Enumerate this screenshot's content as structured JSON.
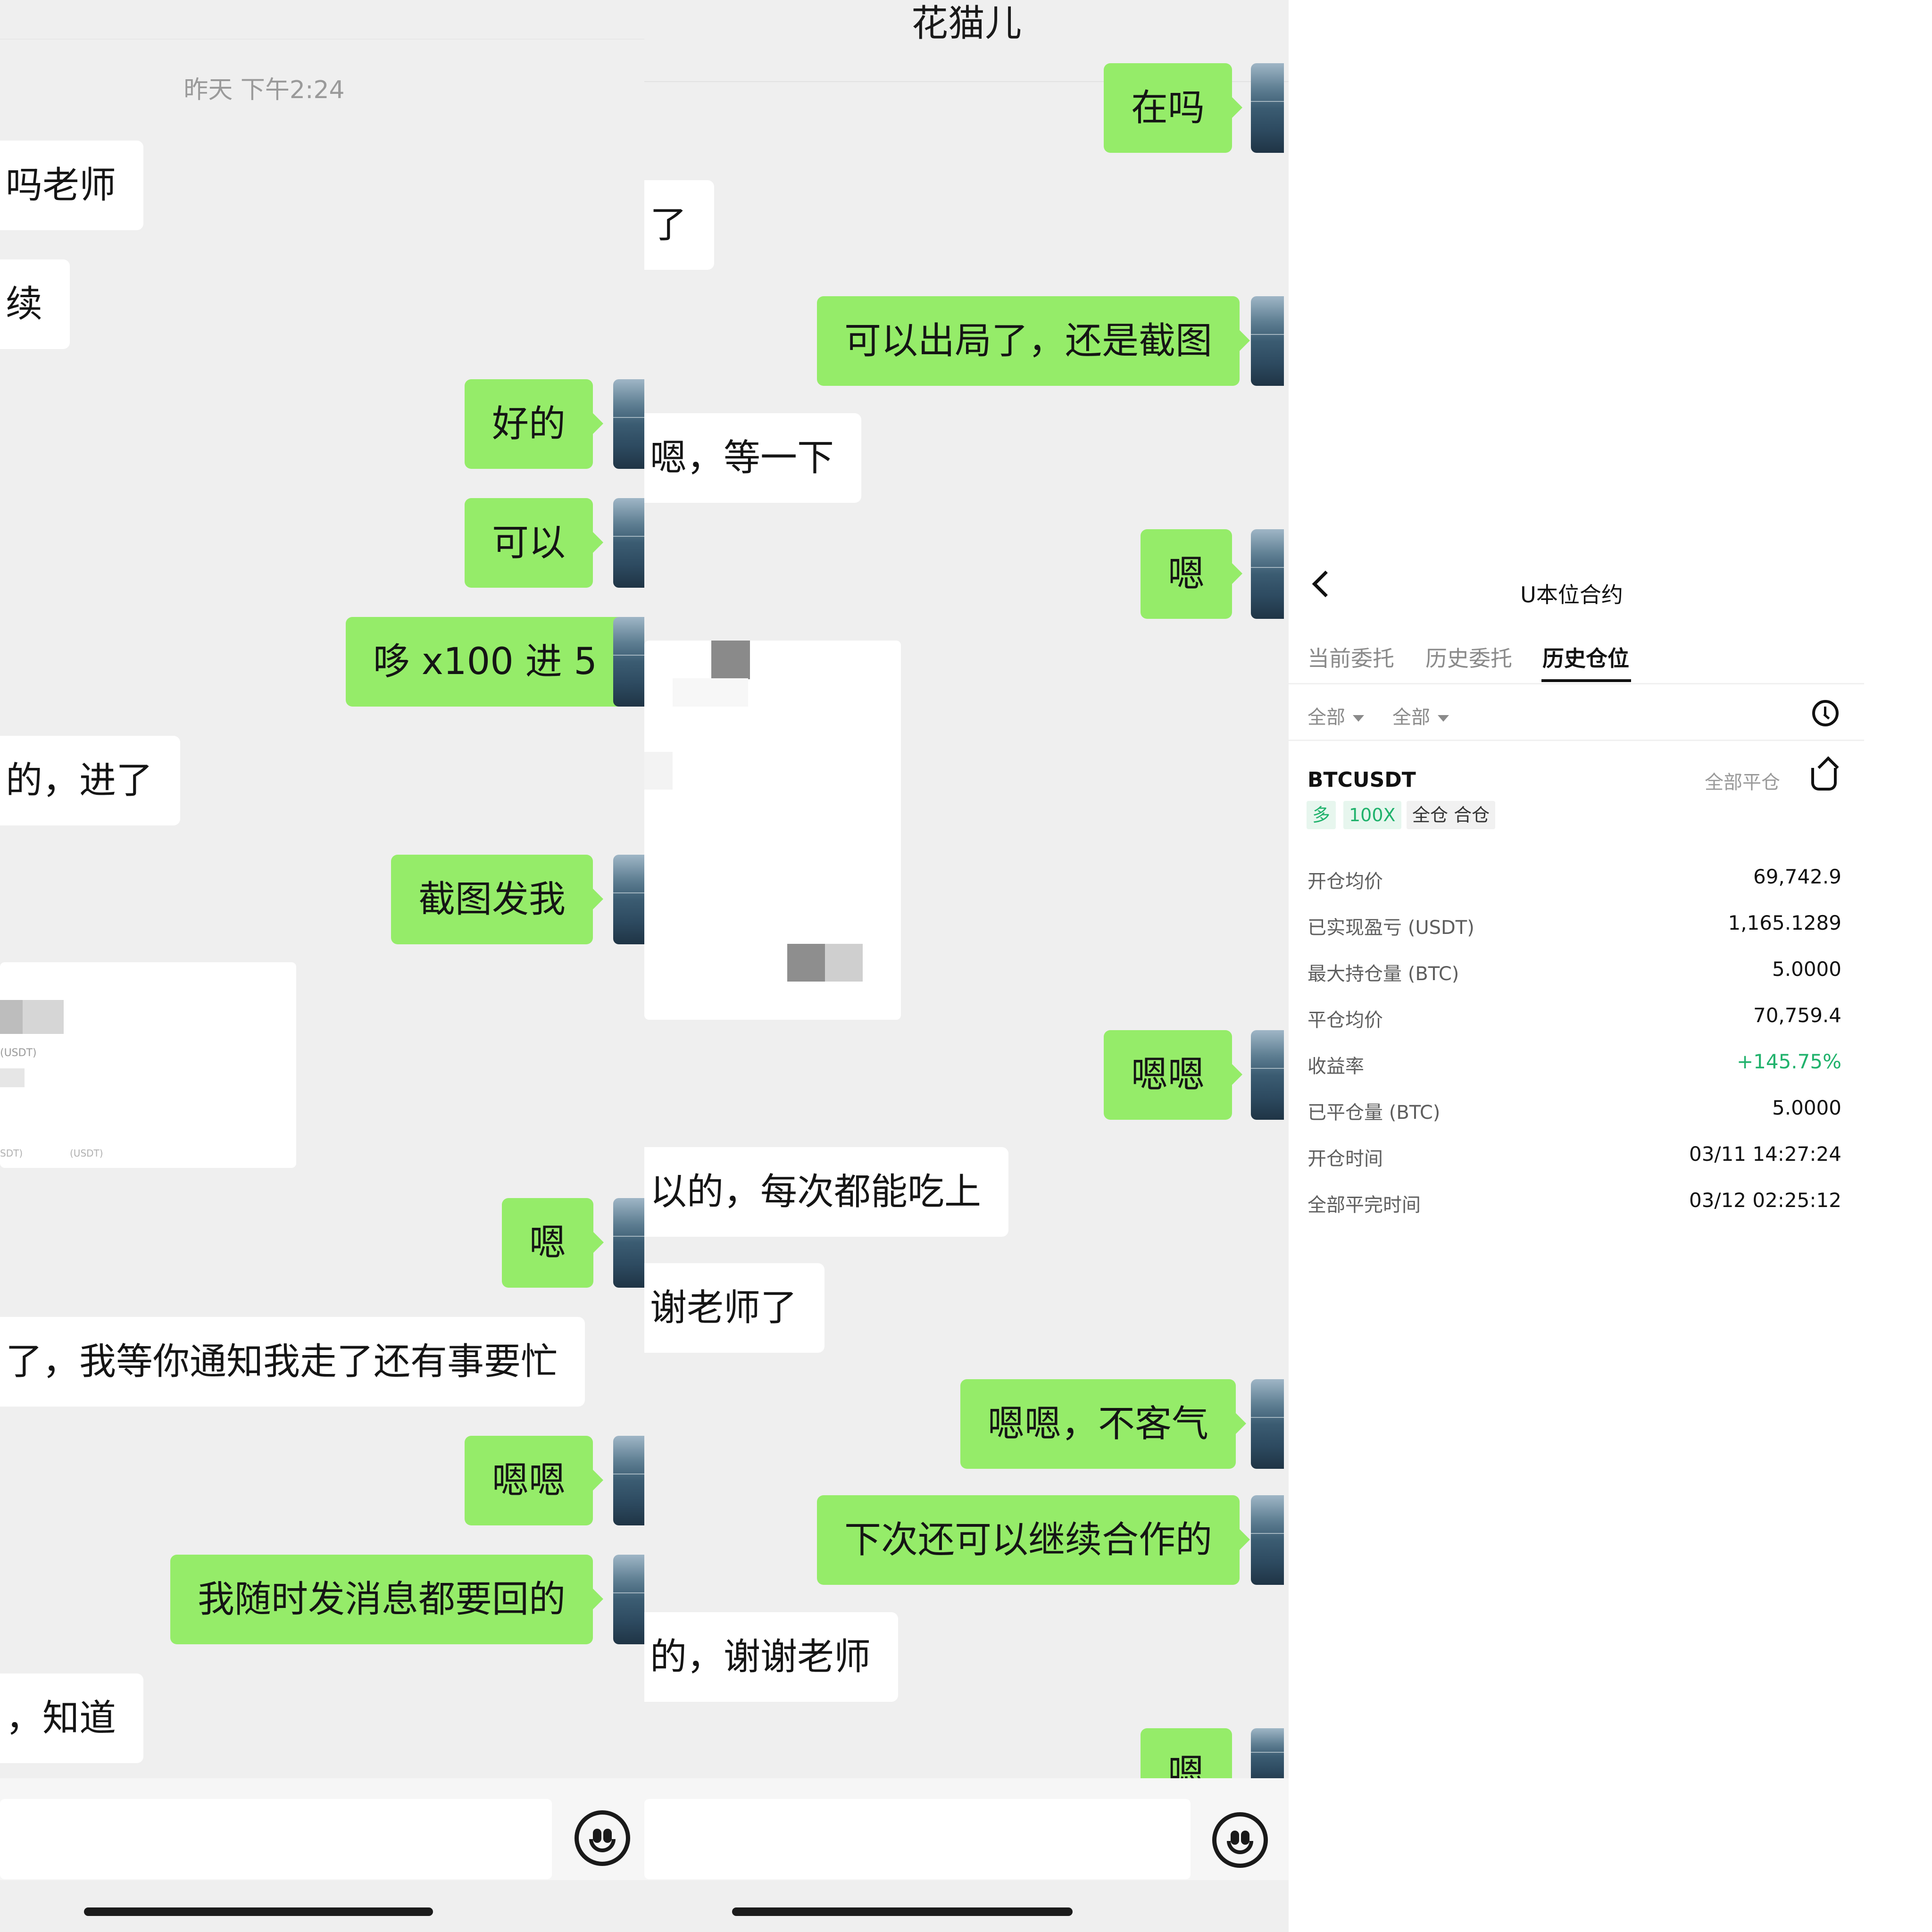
{
  "left_chat": {
    "timestamp": "昨天 下午2:24",
    "messages": [
      {
        "side": "them",
        "text": "吗老师"
      },
      {
        "side": "them",
        "text": "续"
      },
      {
        "side": "me",
        "text": "好的"
      },
      {
        "side": "me",
        "text": "可以"
      },
      {
        "side": "me",
        "text": "哆 x100 进 5"
      },
      {
        "side": "them",
        "text": "的，进了"
      },
      {
        "side": "me",
        "text": "截图发我"
      },
      {
        "side": "them",
        "type": "image",
        "snippets": [
          "(USDT)",
          "SDT)",
          "(USDT)"
        ]
      },
      {
        "side": "me",
        "text": "嗯"
      },
      {
        "side": "them",
        "text": "了，我等你通知我走了还有事要忙"
      },
      {
        "side": "me",
        "text": "嗯嗯"
      },
      {
        "side": "me",
        "text": "我随时发消息都要回的"
      },
      {
        "side": "them",
        "text": "，知道"
      }
    ]
  },
  "mid_chat": {
    "title": "花猫儿",
    "messages": [
      {
        "side": "me",
        "text": "在吗"
      },
      {
        "side": "them",
        "text": "了"
      },
      {
        "side": "me",
        "text": "可以出局了，还是截图"
      },
      {
        "side": "them",
        "text": "嗯，等一下"
      },
      {
        "side": "me",
        "text": "嗯"
      },
      {
        "side": "them",
        "type": "image"
      },
      {
        "side": "me",
        "text": "嗯嗯"
      },
      {
        "side": "them",
        "text": "以的，每次都能吃上"
      },
      {
        "side": "them",
        "text": "谢老师了"
      },
      {
        "side": "me",
        "text": "嗯嗯，不客气"
      },
      {
        "side": "me",
        "text": "下次还可以继续合作的"
      },
      {
        "side": "them",
        "text": "的，谢谢老师"
      },
      {
        "side": "me",
        "text": "嗯"
      }
    ]
  },
  "trade": {
    "nav_title": "U本位合约",
    "tabs": [
      "当前委托",
      "历史委托",
      "历史仓位"
    ],
    "active_tab": "历史仓位",
    "filters": [
      "全部",
      "全部"
    ],
    "symbol": "BTCUSDT",
    "close_all_label": "全部平仓",
    "tags": [
      "多",
      "100X",
      "全仓 合仓"
    ],
    "rows": [
      {
        "label": "开仓均价",
        "value": "69,742.9"
      },
      {
        "label": "已实现盈亏 (USDT)",
        "value": "1,165.1289"
      },
      {
        "label": "最大持仓量 (BTC)",
        "value": "5.0000"
      },
      {
        "label": "平仓均价",
        "value": "70,759.4"
      },
      {
        "label": "收益率",
        "value": "+145.75%"
      },
      {
        "label": "已平仓量 (BTC)",
        "value": "5.0000"
      },
      {
        "label": "开仓时间",
        "value": "03/11 14:27:24"
      },
      {
        "label": "全部平完时间",
        "value": "03/12 02:25:12"
      }
    ],
    "colors": {
      "positive": "#20b26c",
      "bubble_me": "#95ec69"
    }
  }
}
